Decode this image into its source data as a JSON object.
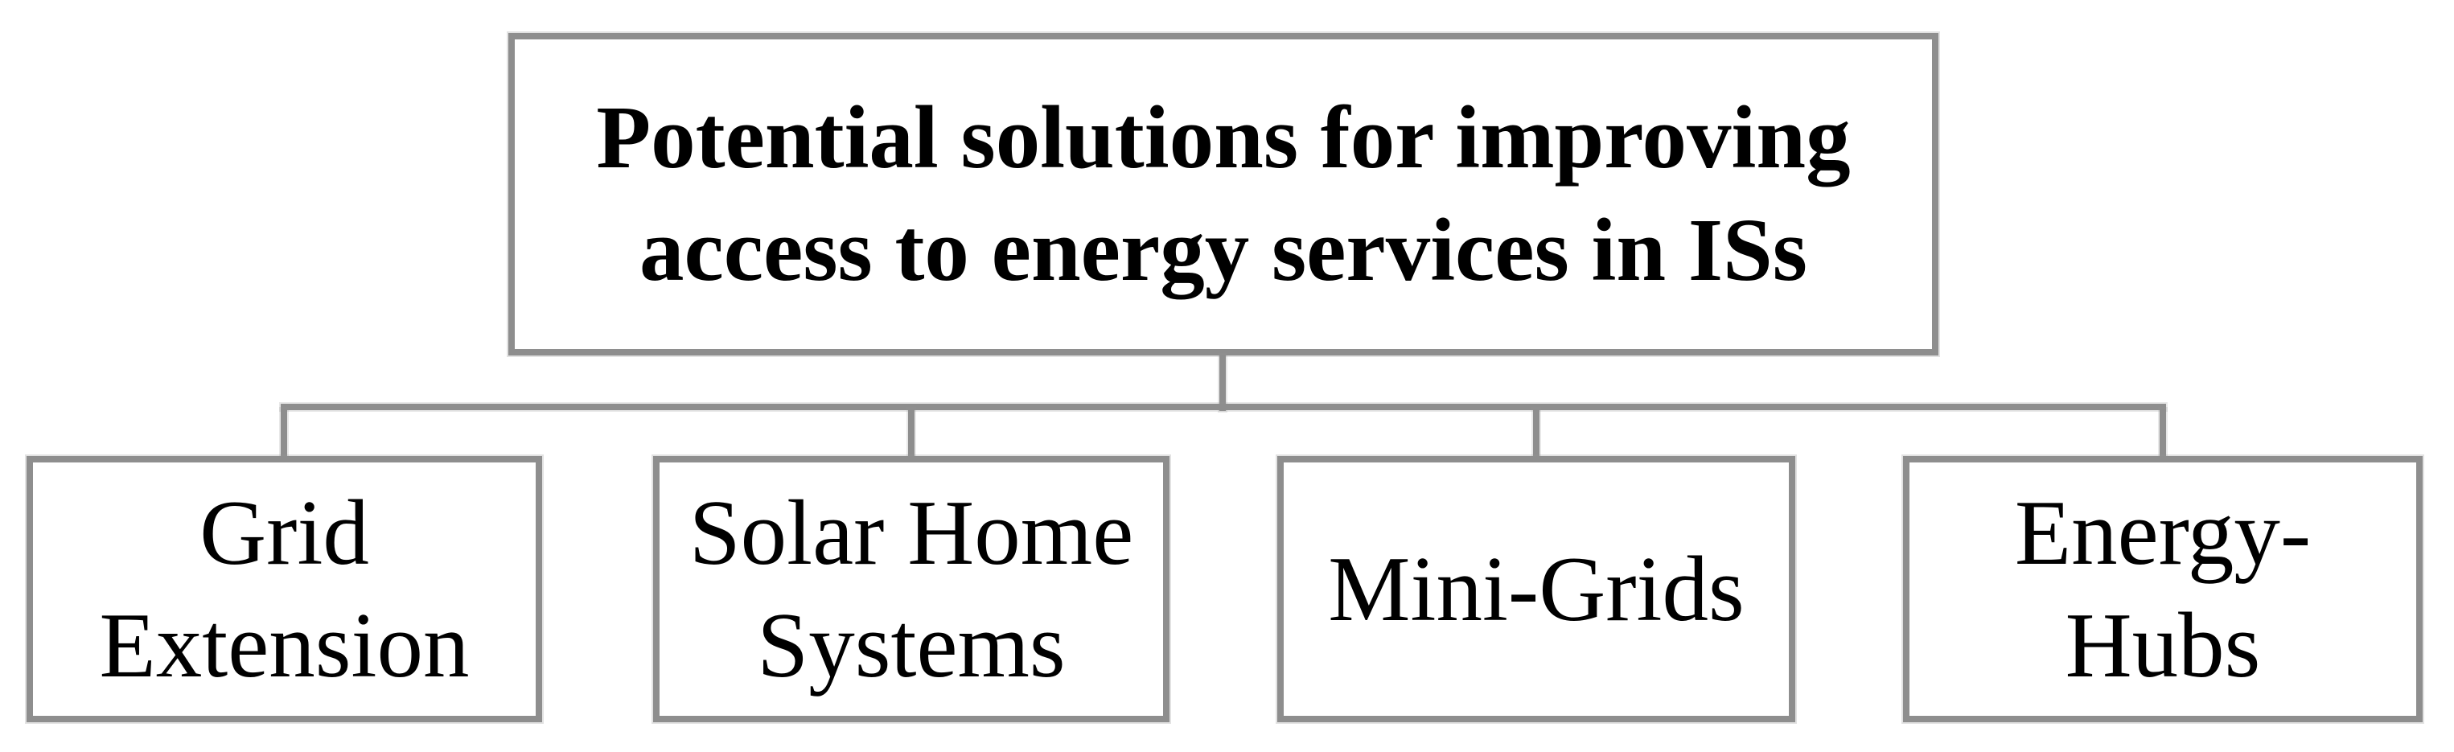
{
  "figure": {
    "type": "org-chart",
    "background_color": "#ffffff",
    "line_color": "#8e8e8e",
    "text_color": "#000000",
    "root": {
      "label": "Potential solutions for improving\naccess to energy services in ISs"
    },
    "children": [
      {
        "label": "Grid\nExtension"
      },
      {
        "label": "Solar Home\nSystems"
      },
      {
        "label": "Mini-Grids"
      },
      {
        "label": "Energy-\nHubs"
      }
    ]
  }
}
